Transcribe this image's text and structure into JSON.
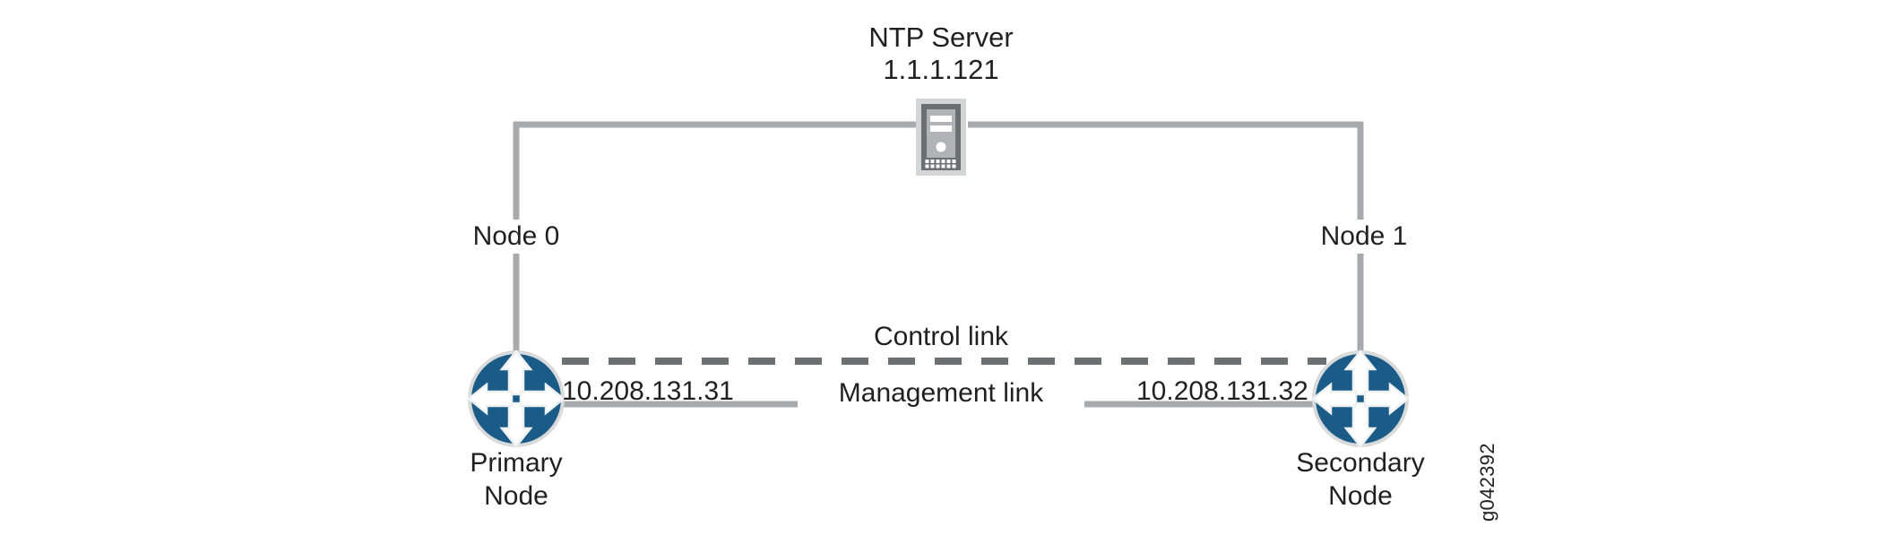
{
  "figure": {
    "id_label": "g042392",
    "background_color": "#ffffff",
    "line_color": "#a7a9ac",
    "text_color": "#231f20",
    "router_fill": "#1a5b87",
    "router_arrow_color": "#ffffff",
    "router_ring_color": "#d9dadb",
    "server_body_color": "#b1b3b6",
    "server_frame_color": "#6d6e71",
    "server_outer_color": "#d4d5d7"
  },
  "ntp_server": {
    "title": "NTP Server",
    "address": "1.1.1.121",
    "icon": "server-tower-icon"
  },
  "nodes": [
    {
      "name": "Node 0",
      "role_line1": "Primary",
      "role_line2": "Node",
      "ip": "10.208.131.31",
      "icon": "router-icon"
    },
    {
      "name": "Node 1",
      "role_line1": "Secondary",
      "role_line2": "Node",
      "ip": "10.208.131.32",
      "icon": "router-icon"
    }
  ],
  "links": [
    {
      "label": "Control link",
      "style": "dashed"
    },
    {
      "label": "Management link",
      "style": "solid"
    }
  ]
}
